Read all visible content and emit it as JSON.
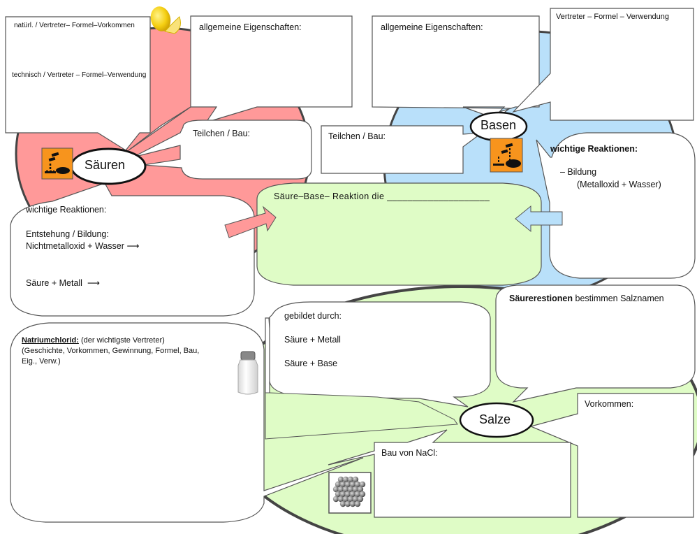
{
  "colors": {
    "acids_bg": "#ff9999",
    "bases_bg": "#b9e0fa",
    "salts_bg": "#dffcc6",
    "hazard_orange": "#f7941d",
    "outline": "#555555"
  },
  "acids": {
    "label": "Säuren",
    "hazard_icon": "corrosive-hazard",
    "representatives": {
      "natural": "natürl. / Vertreter– Formel–Vorkommen",
      "technical": "technisch /  Vertreter – Formel–Verwendung"
    },
    "properties_label": "allgemeine Eigenschaften:",
    "particles_label": "Teilchen / Bau:",
    "reactions": {
      "title": "wichtige Reaktionen:",
      "line1": "Entstehung / Bildung:",
      "line2": "Nichtmetalloxid + Wasser",
      "line3": "Säure + Metall"
    }
  },
  "bases": {
    "label": "Basen",
    "hazard_icon": "corrosive-hazard",
    "properties_label": "allgemeine Eigenschaften:",
    "representatives_label": "Vertreter – Formel – Verwendung",
    "particles_label": "Teilchen / Bau:",
    "reactions": {
      "title": "wichtige Reaktionen:",
      "line1": "– Bildung",
      "line2": "(Metalloxid + Wasser)"
    }
  },
  "neutralization": {
    "text": "Säure–Base– Reaktion die",
    "blank": "____________________"
  },
  "salts": {
    "label": "Salze",
    "formed_by": {
      "title": "gebildet durch:",
      "line1": "Säure + Metall",
      "line2": "Säure + Base"
    },
    "acid_residues": {
      "bold": "Säurerestionen",
      "rest": " bestimmen Salznamen"
    },
    "sodium_chloride": {
      "title": "Natriumchlorid:",
      "subtitle": " (der wichtigste  Vertreter)",
      "line2": "(Geschichte, Vorkommen,  Gewinnung, Formel, Bau,",
      "line3": "Eig., Verw.)"
    },
    "occurrence_label": "Vorkommen:",
    "nacl_structure_label": "Bau von NaCl:"
  }
}
